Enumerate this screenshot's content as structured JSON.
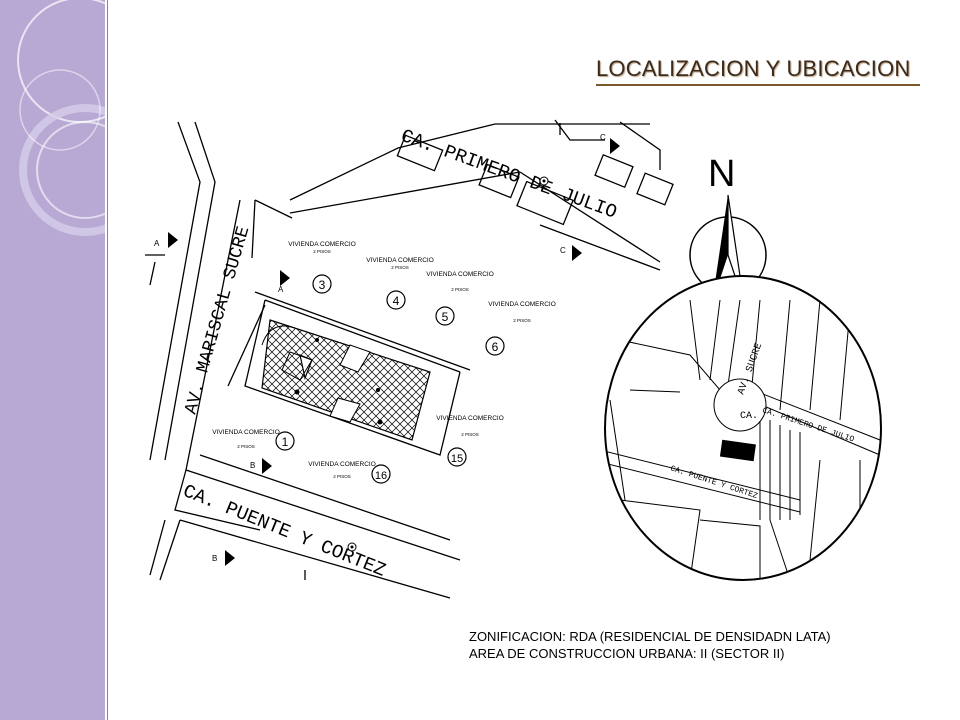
{
  "slide": {
    "title": "LOCALIZACION Y UBICACION",
    "notes": [
      "ZONIFICACION: RDA (RESIDENCIAL DE DENSIDADN LATA)",
      "AREA DE CONSTRUCCION URBANA: II (SECTOR II)"
    ],
    "accent_sidebar": "#b7a9d4",
    "title_color": "#3d2a1a"
  },
  "plan": {
    "streets": {
      "primero_de_julio": "CA. PRIMERO DE JULIO",
      "mariscal_sucre": "AV. MARISCAL SUCRE",
      "puente_y_cortez": "CA. PUENTE Y CORTEZ"
    },
    "lots": [
      {
        "number": "3",
        "use": "VIVIENDA COMERCIO",
        "floors": "2 PISOS"
      },
      {
        "number": "4",
        "use": "VIVIENDA COMERCIO",
        "floors": "2 PISOS"
      },
      {
        "number": "5",
        "use": "VIVIENDA COMERCIO",
        "floors": "2 PISOS"
      },
      {
        "number": "6",
        "use": "VIVIENDA COMERCIO",
        "floors": "2 PISOS"
      },
      {
        "number": "15",
        "use": "VIVIENDA COMERCIO",
        "floors": "2 PISOS"
      },
      {
        "number": "1",
        "use": "VIVIENDA COMERCIO",
        "floors": "2 PISOS"
      },
      {
        "number": "16",
        "use": "VIVIENDA COMERCIO",
        "floors": "2 PISOS"
      }
    ],
    "section_marks": [
      "A",
      "A",
      "B",
      "B",
      "C",
      "C"
    ],
    "north_label": "N"
  },
  "key_map": {
    "labels": [
      "AV. SUCRE",
      "CA.",
      "CA. PRIMERO DE JULIO",
      "CA. PUENTE Y CORTEZ"
    ]
  }
}
